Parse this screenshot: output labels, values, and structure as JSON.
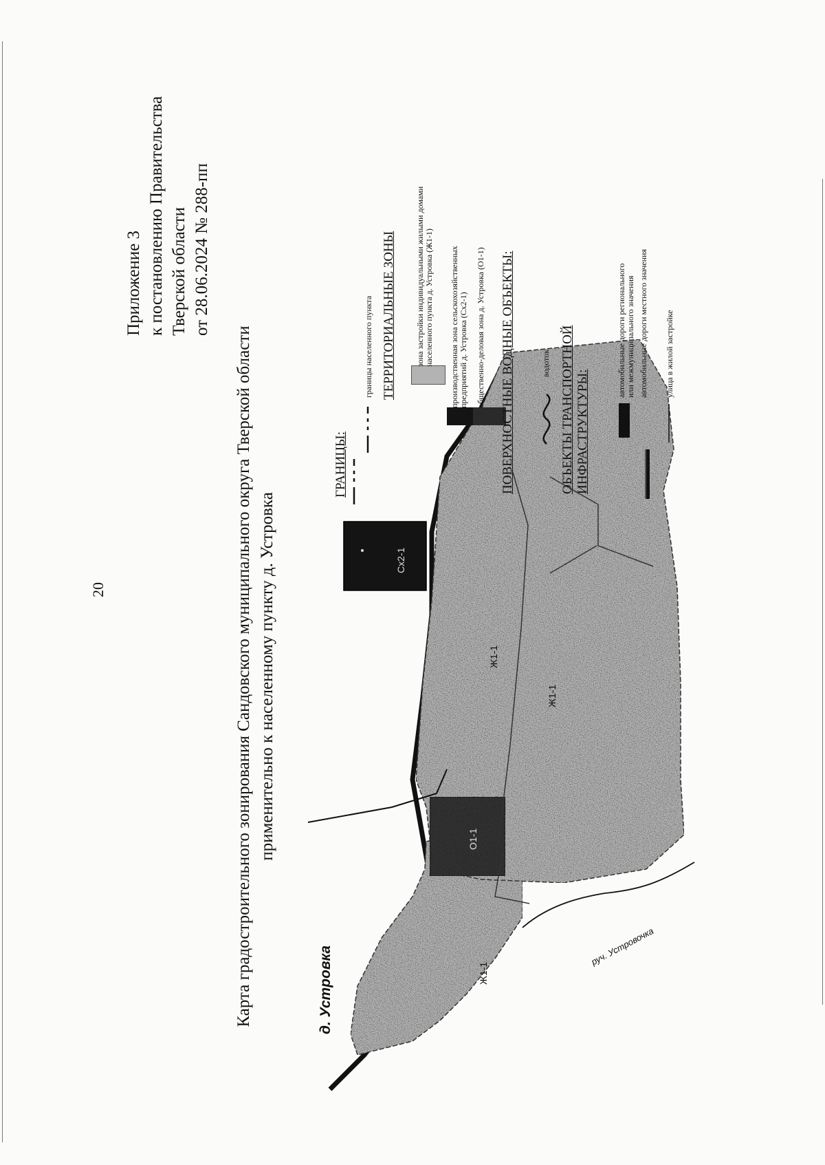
{
  "page_number": "20",
  "appendix": {
    "line1": "Приложение 3",
    "line2": "к постановлению Правительства",
    "line3": "Тверской области",
    "line4": "от 28.06.2024 № 288-пп"
  },
  "map_title": "Карта градостроительного зонирования Сандовского муниципального округа Тверской области применительно к населенному пункту д. Устровка",
  "map": {
    "village_label": "д. Устровка",
    "stream_label": "руч. Устровочка",
    "zone_labels": {
      "zh_left": "Ж1-1",
      "zh_center": "Ж1-1",
      "zh_right": "Ж1-1",
      "o1": "О1-1",
      "sh2": "Сх2-1"
    }
  },
  "legend": {
    "boundaries_heading": "ГРАНИЦЫ:",
    "boundary_label": "границы населенного пункта",
    "zones_heading": "ТЕРРИТОРИАЛЬНЫЕ ЗОНЫ",
    "zone_items": [
      {
        "line1": "зона застройки индивидуальными жилыми домами",
        "line2": "населенного пункта д. Устровка  (Ж1-1)",
        "color": "#b3b3b3"
      },
      {
        "line1": "производственная зона сельскохозяйственных",
        "line2": "предприятий д. Устровка (Сх2-1)",
        "color": "#141414"
      },
      {
        "line1": "общественно-деловая зона д. Устровка (О1-1)",
        "line2": "",
        "color": "#2a2a2a"
      }
    ],
    "water_heading": "ПОВЕРХНОСТНЫЕ ВОДНЫЕ ОБЪЕКТЫ:",
    "water_label": "водоток",
    "transport_heading_line1": "ОБЪЕКТЫ ТРАНСПОРТНОЙ",
    "transport_heading_line2": "ИНФРАСТРУКТУРЫ:",
    "road_regional_line1": "автомобильные дороги регионального",
    "road_regional_line2": "или межмуниципального значения",
    "road_local": "автомобильные дороги местного значения",
    "street_label": "улица в жилой застройке"
  }
}
